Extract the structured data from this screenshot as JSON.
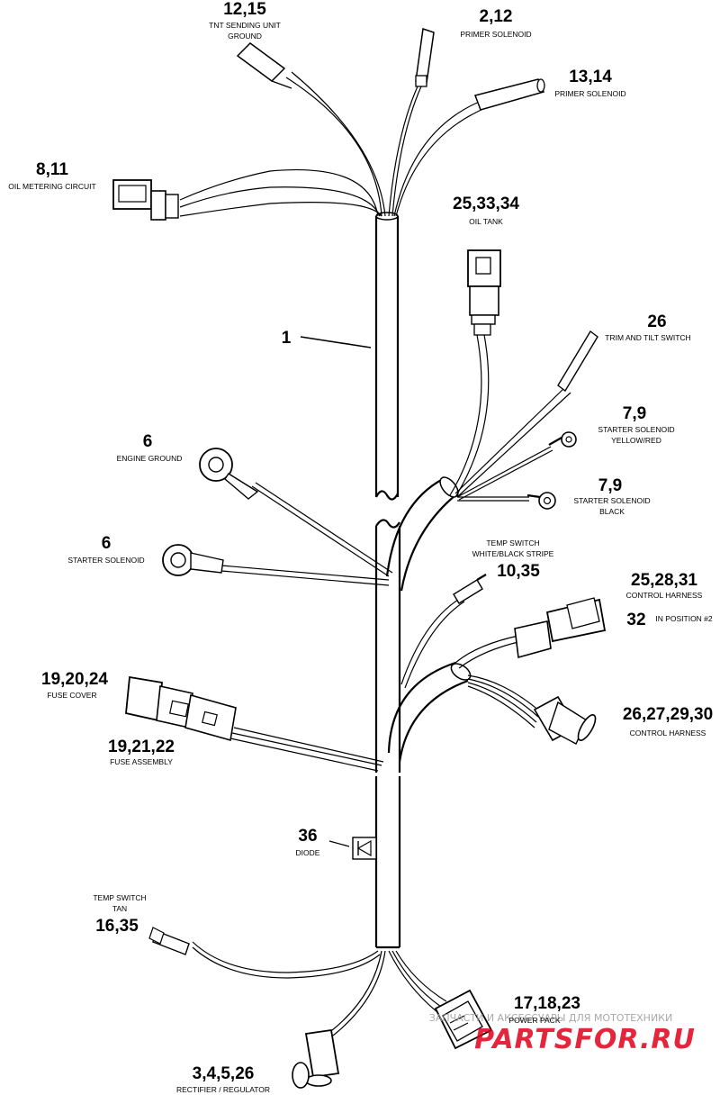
{
  "callouts": {
    "c12_15": {
      "num": "12,15",
      "l1": "TNT SENDING UNIT",
      "l2": "GROUND"
    },
    "c2_12": {
      "num": "2,12",
      "l1": "PRIMER SOLENOID"
    },
    "c13_14": {
      "num": "13,14",
      "l1": "PRIMER SOLENOID"
    },
    "c8_11": {
      "num": "8,11",
      "l1": "OIL METERING CIRCUIT"
    },
    "c25_33_34": {
      "num": "25,33,34",
      "l1": "OIL TANK"
    },
    "c1": {
      "num": "1"
    },
    "c26": {
      "num": "26",
      "l1": "TRIM AND TILT SWITCH"
    },
    "c7_9a": {
      "num": "7,9",
      "l1": "STARTER SOLENOID",
      "l2": "YELLOW/RED"
    },
    "c6a": {
      "num": "6",
      "l1": "ENGINE GROUND"
    },
    "c7_9b": {
      "num": "7,9",
      "l1": "STARTER SOLENOID",
      "l2": "BLACK"
    },
    "c6b": {
      "num": "6",
      "l1": "STARTER SOLENOID"
    },
    "c10_35": {
      "l1": "TEMP SWITCH",
      "l2": "WHITE/BLACK STRIPE",
      "num": "10,35"
    },
    "c25_28_31": {
      "num": "25,28,31",
      "l1": "CONTROL HARNESS"
    },
    "c32": {
      "num": "32",
      "l1": "IN POSITION #2"
    },
    "c19_20_24": {
      "num": "19,20,24",
      "l1": "FUSE COVER"
    },
    "c26_27_29_30": {
      "num": "26,27,29,30",
      "l1": "CONTROL HARNESS"
    },
    "c19_21_22": {
      "num": "19,21,22",
      "l1": "FUSE ASSEMBLY"
    },
    "c36": {
      "num": "36",
      "l1": "DIODE"
    },
    "c16_35": {
      "l1": "TEMP SWITCH",
      "l2": "TAN",
      "num": "16,35"
    },
    "c17_18_23": {
      "num": "17,18,23",
      "l1": "POWER PACK"
    },
    "c3_4_5_26": {
      "num": "3,4,5,26",
      "l1": "RECTIFIER / REGULATOR"
    }
  },
  "watermark": {
    "tagline": "ЗАПЧАСТИ И АКСЕССУАРЫ ДЛЯ МОТОТЕХНИКИ",
    "brand": "PARTSFOR.RU"
  },
  "colors": {
    "line": "#000000",
    "background": "#ffffff",
    "watermark": "#e0001a"
  }
}
